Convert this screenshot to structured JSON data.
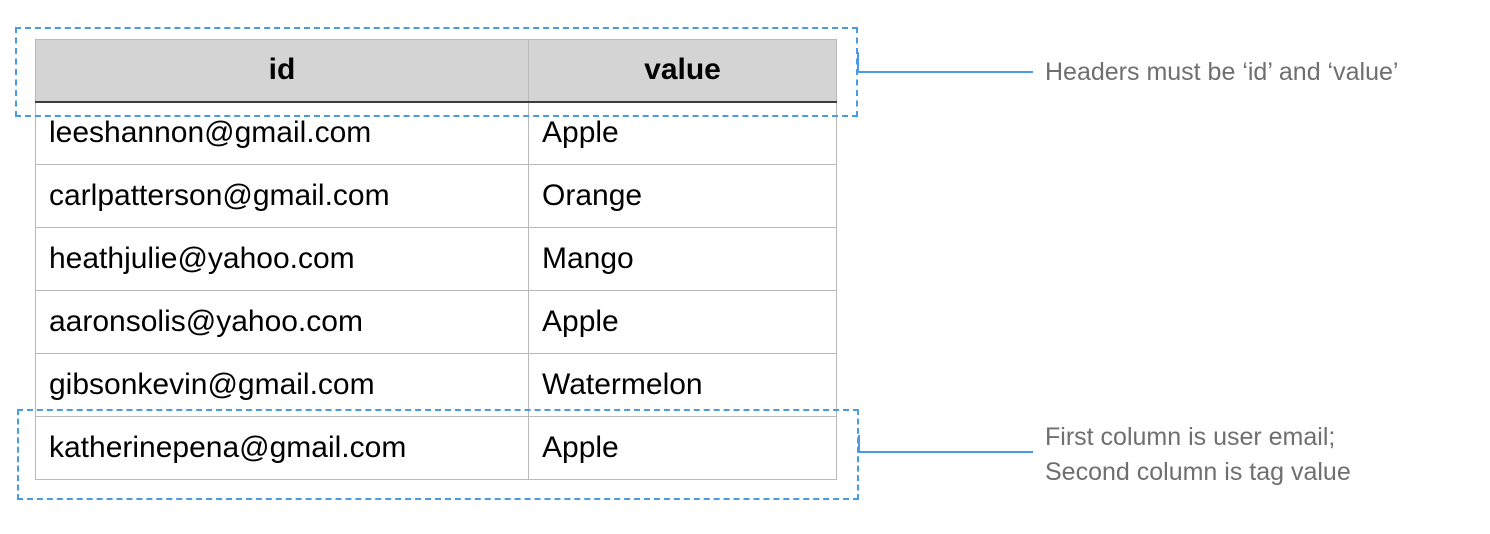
{
  "table": {
    "headers": [
      "id",
      "value"
    ],
    "rows": [
      [
        "leeshannon@gmail.com",
        "Apple"
      ],
      [
        "carlpatterson@gmail.com",
        "Orange"
      ],
      [
        "heathjulie@yahoo.com",
        "Mango"
      ],
      [
        "aaronsolis@yahoo.com",
        "Apple"
      ],
      [
        "gibsonkevin@gmail.com",
        "Watermelon"
      ],
      [
        "katherinepena@gmail.com",
        "Apple"
      ]
    ]
  },
  "annotations": {
    "headers_note": "Headers must be ‘id’ and ‘value’",
    "rows_note_line1": "First column is user email;",
    "rows_note_line2": "Second column is tag value"
  },
  "colors": {
    "accent": "#4a9ae6",
    "header_bg": "#d4d4d4",
    "annotation_text": "#6f6f6f"
  }
}
